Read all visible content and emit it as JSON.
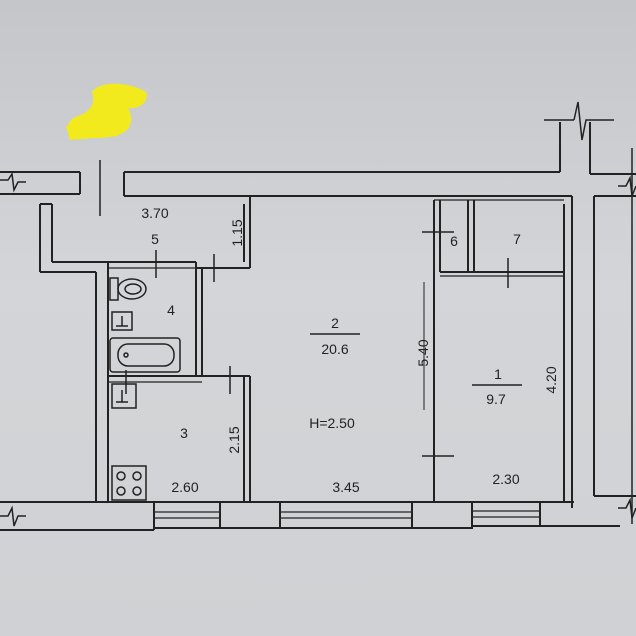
{
  "plan": {
    "rooms": [
      {
        "number": "1",
        "area": "9.7"
      },
      {
        "number": "2",
        "area": "20.6"
      },
      {
        "number": "3"
      },
      {
        "number": "4"
      },
      {
        "number": "5"
      },
      {
        "number": "6"
      },
      {
        "number": "7"
      }
    ],
    "dimensions": [
      "3.70",
      "1.15",
      "5.40",
      "4.20",
      "2.15",
      "2.60",
      "3.45",
      "2.30"
    ],
    "ceiling_height": "H=2.50",
    "colors": {
      "wall": "#222222",
      "paper": "#c9cbcf",
      "highlight": "#f2ea1c"
    }
  }
}
